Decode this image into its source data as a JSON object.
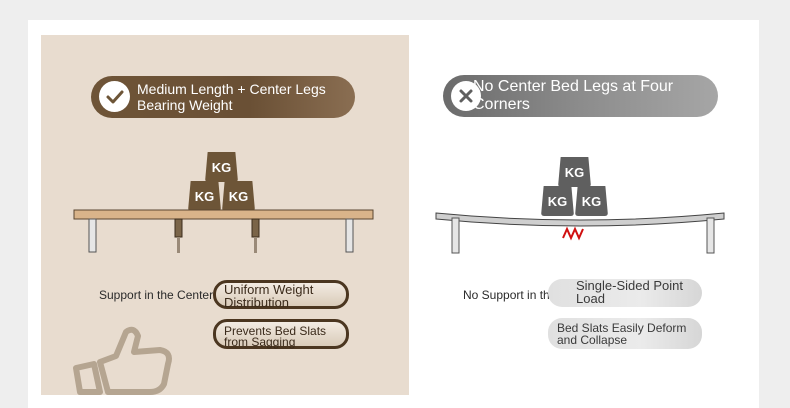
{
  "left_panel": {
    "title": "Medium Length + Center Legs Bearing Weight",
    "icon": "check-icon",
    "weights": [
      "KG",
      "KG",
      "KG"
    ],
    "labels": {
      "support": "Support in the Center",
      "uniform": "Uniform Weight Distribution",
      "prevents": "Prevents Bed Slats from Sagging"
    },
    "decor_icon": "thumbs-up-icon"
  },
  "right_panel": {
    "title": "No Center Bed Legs at Four Corners",
    "icon": "cross-icon",
    "weights": [
      "KG",
      "KG",
      "KG"
    ],
    "labels": {
      "no_support": "No Support in the Center",
      "single_sided": "Single-Sided Point Load",
      "deform": "Bed Slats Easily Deform and Collapse"
    },
    "stress_icon": "zigzag-stress-icon"
  },
  "colors": {
    "brown": "#6d5537",
    "beige": "#e8dccf",
    "gray": "#5f5f5f",
    "red": "#d01010"
  }
}
